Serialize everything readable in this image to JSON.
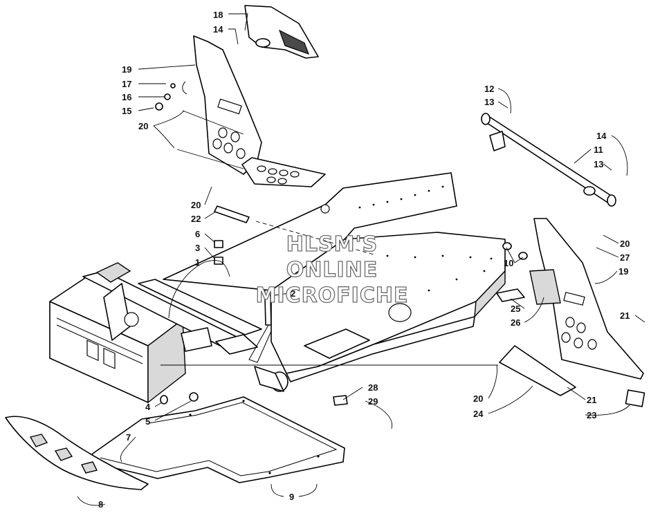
{
  "watermark": [
    "HLSM'S",
    "ONLINE",
    "MICROFICHE"
  ],
  "callouts": {
    "c18": "18",
    "c14a": "14",
    "c19a": "19",
    "c17": "17",
    "c16": "16",
    "c15": "15",
    "c20a": "20",
    "c20b": "20",
    "c22": "22",
    "c6": "6",
    "c3": "3",
    "c1": "1",
    "c2": "2",
    "c4": "4",
    "c5": "5",
    "c7": "7",
    "c8": "8",
    "c9": "9",
    "c28": "28",
    "c29": "29",
    "c12": "12",
    "c13a": "13",
    "c14b": "14",
    "c11": "11",
    "c13b": "13",
    "c20c": "20",
    "c27": "27",
    "c10": "10",
    "c19b": "19",
    "c25": "25",
    "c26": "26",
    "c21a": "21",
    "c20d": "20",
    "c24": "24",
    "c21b": "21",
    "c23": "23"
  }
}
